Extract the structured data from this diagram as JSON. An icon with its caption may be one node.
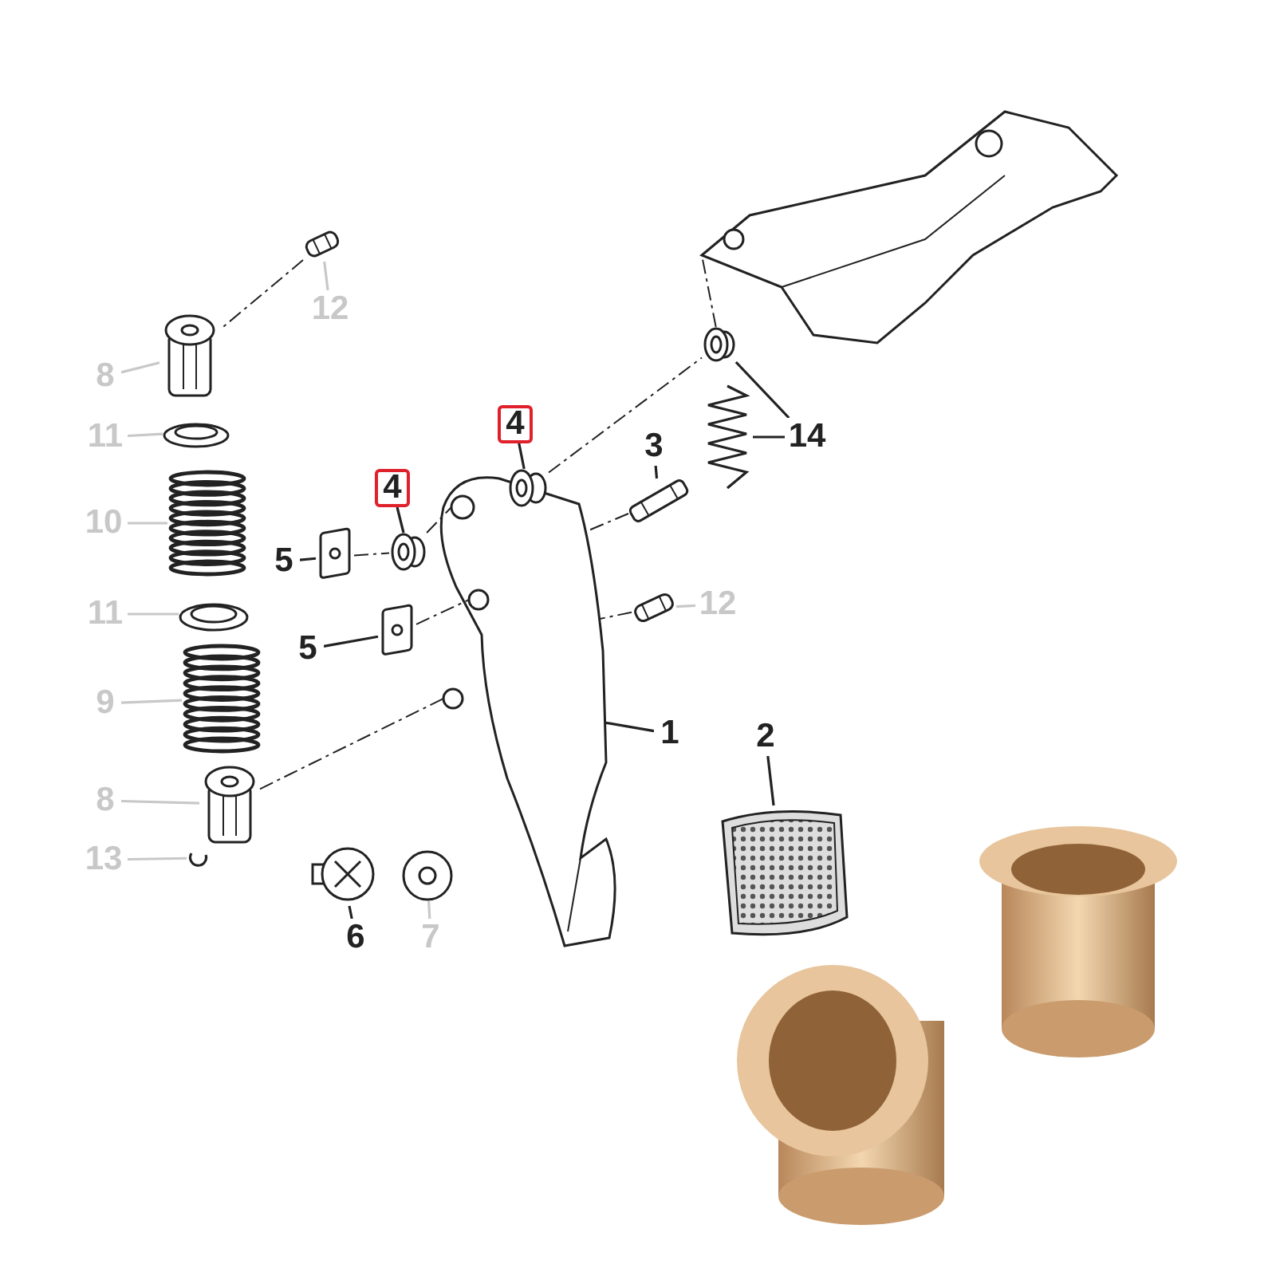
{
  "diagram": {
    "nodes": [
      {
        "text": [
          "12"
        ]
      },
      {
        "text": [],
        "shape": "cylinder"
      },
      {
        "text": [
          "8"
        ]
      },
      {
        "text": [],
        "shape": "cylinder"
      },
      {
        "text": [
          "4"
        ]
      },
      {
        "text": [],
        "shape": "picture"
      },
      {
        "text": [
          "14"
        ]
      },
      {
        "text": [],
        "shape": "picture"
      },
      {
        "text": [],
        "shape": "picture"
      },
      {
        "text": [
          "11"
        ]
      },
      {
        "text": [],
        "shape": "picture"
      },
      {
        "text": [
          "3"
        ]
      },
      {
        "text": [],
        "shape": "cylinder"
      },
      {
        "text": [
          "4"
        ]
      },
      {
        "text": [],
        "shape": "picture"
      },
      {
        "text": [
          "5"
        ]
      },
      {
        "text": [],
        "shape": "picture"
      },
      {
        "text": [
          "10"
        ]
      },
      {
        "text": [],
        "shape": "picture"
      },
      {
        "text": [
          "11"
        ]
      },
      {
        "text": [],
        "shape": "picture"
      },
      {
        "text": [
          "12"
        ]
      },
      {
        "text": [],
        "shape": "cylinder"
      },
      {
        "text": [
          "5"
        ]
      },
      {
        "text": [],
        "shape": "picture"
      },
      {
        "text": [
          "9"
        ]
      },
      {
        "text": [],
        "shape": "picture"
      },
      {
        "text": [
          "1"
        ]
      },
      {
        "text": [],
        "shape": "picture"
      },
      {
        "text": [
          "2"
        ]
      },
      {
        "text": [],
        "shape": "box"
      },
      {
        "text": [
          "8"
        ]
      },
      {
        "text": [],
        "shape": "cylinder"
      },
      {
        "text": [
          "13"
        ]
      },
      {
        "text": [],
        "shape": "picture"
      },
      {
        "text": [
          "6"
        ]
      },
      {
        "text": [],
        "shape": "picture"
      },
      {
        "text": [
          "7"
        ]
      },
      {
        "text": [],
        "shape": "picture"
      },
      {
        "text": [],
        "shape": "picture"
      }
    ],
    "edges": [
      {
        "from": 0,
        "to": 1,
        "arrow": "none",
        "color": "#c8c8c8"
      },
      {
        "from": 2,
        "to": 3,
        "arrow": "none",
        "color": "#c8c8c8"
      },
      {
        "from": 4,
        "to": 5,
        "arrow": "none"
      },
      {
        "from": 6,
        "to": 7,
        "arrow": "none"
      },
      {
        "from": 6,
        "to": 8,
        "arrow": "none"
      },
      {
        "from": 9,
        "to": 10,
        "arrow": "none",
        "color": "#c8c8c8"
      },
      {
        "from": 11,
        "to": 12,
        "arrow": "none"
      },
      {
        "from": 13,
        "to": 14,
        "arrow": "none"
      },
      {
        "from": 15,
        "to": 16,
        "arrow": "none"
      },
      {
        "from": 17,
        "to": 18,
        "arrow": "none",
        "color": "#c8c8c8"
      },
      {
        "from": 19,
        "to": 20,
        "arrow": "none",
        "color": "#c8c8c8"
      },
      {
        "from": 21,
        "to": 22,
        "arrow": "none",
        "color": "#c8c8c8"
      },
      {
        "from": 23,
        "to": 24,
        "arrow": "none"
      },
      {
        "from": 25,
        "to": 26,
        "arrow": "none",
        "color": "#c8c8c8"
      },
      {
        "from": 27,
        "to": 28,
        "arrow": "none"
      },
      {
        "from": 29,
        "to": 30,
        "arrow": "none"
      },
      {
        "from": 31,
        "to": 32,
        "arrow": "none",
        "color": "#c8c8c8"
      },
      {
        "from": 33,
        "to": 34,
        "arrow": "none",
        "color": "#c8c8c8"
      },
      {
        "from": 35,
        "to": 36,
        "arrow": "none"
      },
      {
        "from": 37,
        "to": 38,
        "arrow": "none",
        "color": "#c8c8c8"
      },
      {
        "from": 1,
        "to": 3,
        "arrow": "none",
        "style": "dashed"
      },
      {
        "from": 32,
        "to": 28,
        "arrow": "none",
        "style": "dashed"
      },
      {
        "from": 16,
        "to": 14,
        "arrow": "none",
        "style": "dashed"
      },
      {
        "from": 14,
        "to": 28,
        "arrow": "none",
        "style": "dashed"
      },
      {
        "from": 24,
        "to": 28,
        "arrow": "none",
        "style": "dashed"
      },
      {
        "from": 22,
        "to": 28,
        "arrow": "none",
        "style": "dashed"
      },
      {
        "from": 12,
        "to": 28,
        "arrow": "none",
        "style": "dashed"
      },
      {
        "from": 28,
        "to": 5,
        "arrow": "none",
        "style": "dashed"
      },
      {
        "from": 5,
        "to": 7,
        "arrow": "none",
        "style": "dashed"
      },
      {
        "from": 7,
        "to": 39,
        "arrow": "none",
        "style": "dashed"
      }
    ]
  }
}
